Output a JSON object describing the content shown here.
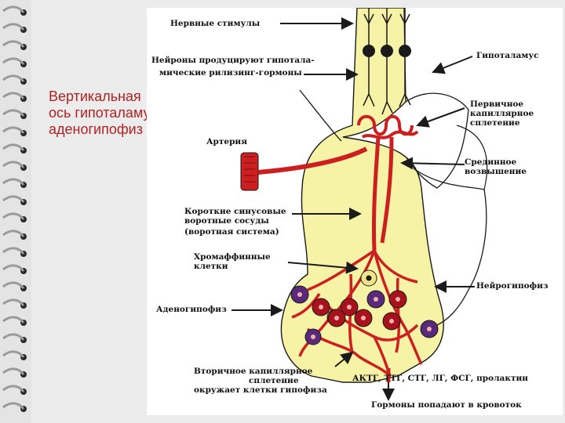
{
  "slide": {
    "title_lines": [
      "Вертикальная",
      "ось гипоталамус -",
      "аденогипофиз"
    ]
  },
  "labels": {
    "nerve_stimuli": "Нервные стимулы",
    "neurons_line1": "Нейроны продуцируют гипотала-",
    "neurons_line2": "мические рилизинг-гормоны",
    "hypothalamus": "Гипоталамус",
    "primary_plexus_line1": "Первичное",
    "primary_plexus_line2": "капиллярное",
    "primary_plexus_line3": "сплетение",
    "artery": "Артерия",
    "median_eminence_line1": "Срединное",
    "median_eminence_line2": "возвышение",
    "portal_line1": "Короткие синусовые",
    "portal_line2": "воротные сосуды",
    "portal_line3": "(воротная система)",
    "chromaffin_line1": "Хромаффинные",
    "chromaffin_line2": "клетки",
    "neurohypophysis": "Нейрогипофиз",
    "adenohypophysis": "Аденогипофиз",
    "secondary_line1": "Вторичное капиллярное",
    "secondary_line2": "сплетение",
    "secondary_line3": "окружает клетки гипофиза",
    "hormones": "АКТГ, ТТГ, СТГ, ЛГ, ФСГ, пролактин",
    "bloodstream": "Гормоны попадают в кровоток"
  },
  "colors": {
    "title": "#b22222",
    "gland_fill": "#f7f3a6",
    "vessel": "#cc1f1f",
    "cell_red": "#a8121a",
    "cell_purple": "#5a2a7a",
    "cell_yellow": "#efe48a",
    "outline": "#1a1a1a"
  }
}
